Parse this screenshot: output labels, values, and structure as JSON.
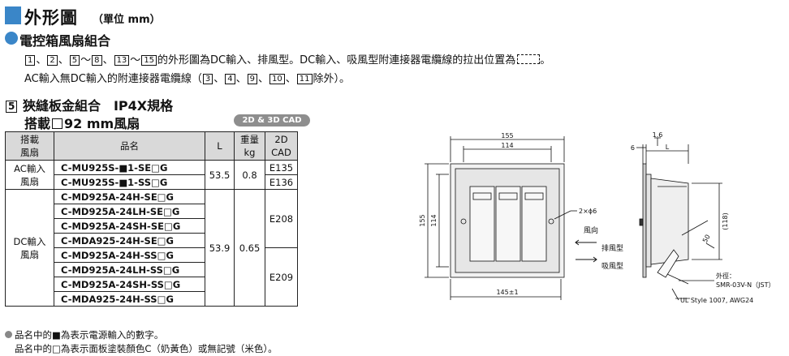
{
  "header": {
    "title": "外形圖",
    "unit": "（單位 mm）"
  },
  "subheading": "電控箱風扇組合",
  "notes": {
    "line1": {
      "n1": "1",
      "s1": "、",
      "n2": "2",
      "s2": "、",
      "n3": "5",
      "s3": "～",
      "n4": "8",
      "s4": "、",
      "n5": "13",
      "s5": "～",
      "n6": "15",
      "text": "的外形圖為DC輸入、排風型。DC輸入、吸風型附連接器電纜線的拉出位置為",
      "end": "。"
    },
    "line2": {
      "pre": "AC輸入無DC輸入的附連接器電纜線（",
      "n1": "3",
      "s1": "、",
      "n2": "4",
      "s2": "、",
      "n3": "9",
      "s3": "、",
      "n4": "10",
      "s4": "、",
      "n5": "11",
      "post": "除外）。"
    }
  },
  "section": {
    "number": "5",
    "title": "狹縫板金組合　IP4X規格",
    "subtitle_pre": "搭載",
    "subtitle_post": "92 mm風扇",
    "cad_badge": "2D & 3D CAD"
  },
  "table": {
    "headers": [
      "搭載\n風扇",
      "品名",
      "L",
      "重量\nkg",
      "2D\nCAD"
    ],
    "ac": {
      "group": "AC輸入\n風扇",
      "L": "53.5",
      "weight": "0.8",
      "rows": [
        {
          "name": "C-MU925S-■1-SE□G",
          "cad": "E135"
        },
        {
          "name": "C-MU925S-■1-SS□G",
          "cad": "E136"
        }
      ]
    },
    "dc": {
      "group": "DC輸入\n風扇",
      "L": "53.9",
      "weight": "0.65",
      "cad_se": "E208",
      "cad_ss": "E209",
      "rows": [
        "C-MD925A-24H-SE□G",
        "C-MD925A-24LH-SE□G",
        "C-MD925A-24SH-SE□G",
        "C-MDA925-24H-SE□G",
        "C-MD925A-24H-SS□G",
        "C-MD925A-24LH-SS□G",
        "C-MD925A-24SH-SS□G",
        "C-MDA925-24H-SS□G"
      ]
    }
  },
  "footnotes": {
    "line1": "品名中的■為表示電源輸入的數字。",
    "line2": "品名中的□為表示面板塗裝顏色C（奶黃色）或無記號（米色）。"
  },
  "drawing": {
    "dim_155": "155",
    "dim_114": "114",
    "dim_155_v": "155",
    "dim_114_v": "114",
    "hole": "2×ϕ6",
    "dim_bottom": "145±1",
    "flow": "風向",
    "exhaust": "排風型",
    "intake": "吸風型",
    "side_16": "1.6",
    "side_6": "6",
    "side_L": "L",
    "side_118": "(118)",
    "side_50": "50",
    "ext": "外徑：",
    "connector": "SMR-03V-N（JST）",
    "cable": "UL Style 1007, AWG24"
  },
  "colors": {
    "accent": "#3a86c8",
    "header_bg": "#d9d9d9",
    "badge": "#8e8e8e"
  }
}
